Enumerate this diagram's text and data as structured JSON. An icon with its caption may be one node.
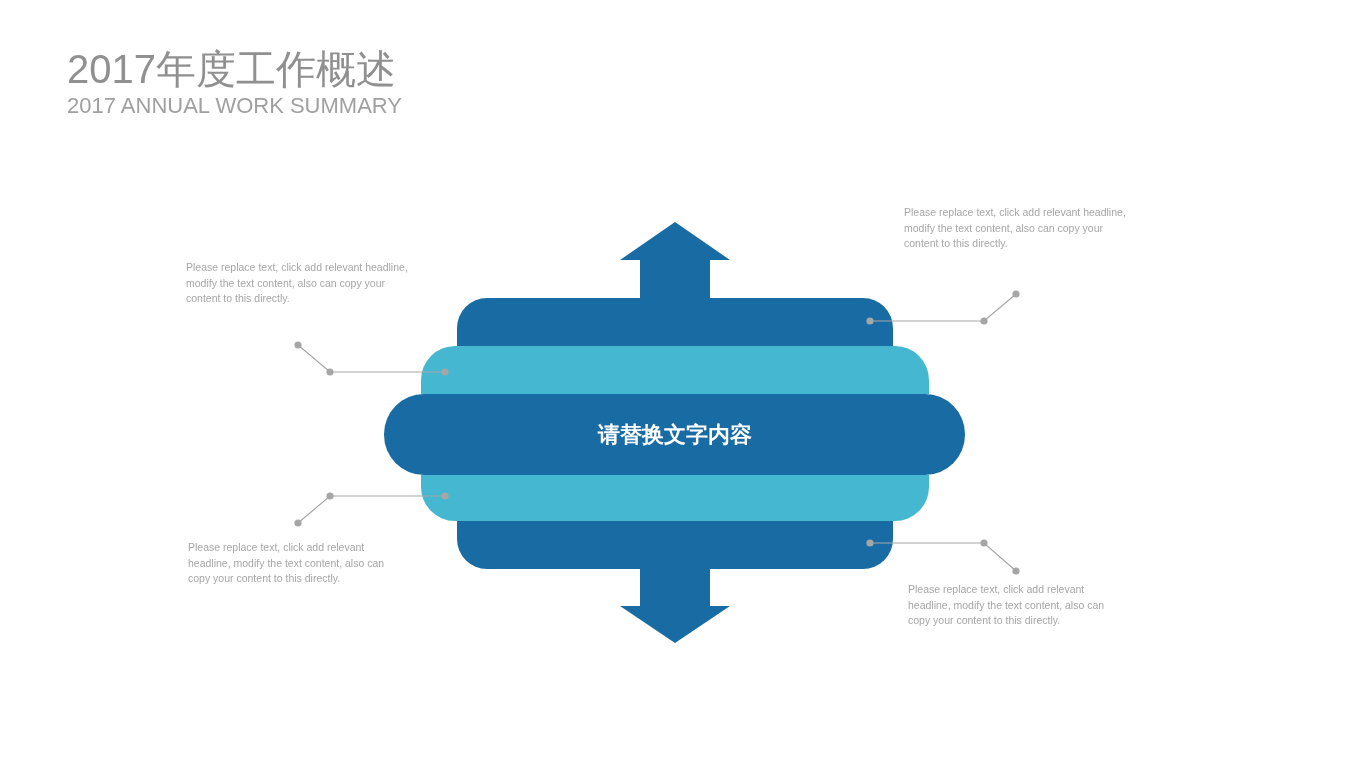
{
  "diagram": {
    "title": "2017年度工作概述",
    "nodes": [
      {
        "text": [
          "Please replace text, click add relevant headline, modify the text content, also can copy your content to this directly."
        ]
      },
      {
        "text": [
          "Please replace text, click add relevant headline, modify the text content, also can copy your content to this directly."
        ]
      },
      {
        "text": [],
        "shape": "bar"
      },
      {
        "text": [],
        "shape": "bar"
      },
      {
        "text": [
          "请替换文字内容"
        ]
      },
      {
        "text": [],
        "shape": "bar"
      },
      {
        "text": [],
        "shape": "bar"
      },
      {
        "text": [
          "Please replace text, click add relevant headline, modify the text content, also can copy your content to this directly."
        ]
      },
      {
        "text": [
          "Please replace text, click add relevant headline, modify the text content, also can copy your content to this directly."
        ]
      }
    ],
    "edges": [
      {
        "from": 0,
        "to": 3,
        "arrow": "other"
      },
      {
        "from": 1,
        "to": 2,
        "arrow": "other"
      },
      {
        "from": 7,
        "to": 5,
        "arrow": "other"
      },
      {
        "from": 8,
        "to": 6,
        "arrow": "other"
      }
    ],
    "labels": [
      "2017 ANNUAL WORK SUMMARY"
    ]
  }
}
